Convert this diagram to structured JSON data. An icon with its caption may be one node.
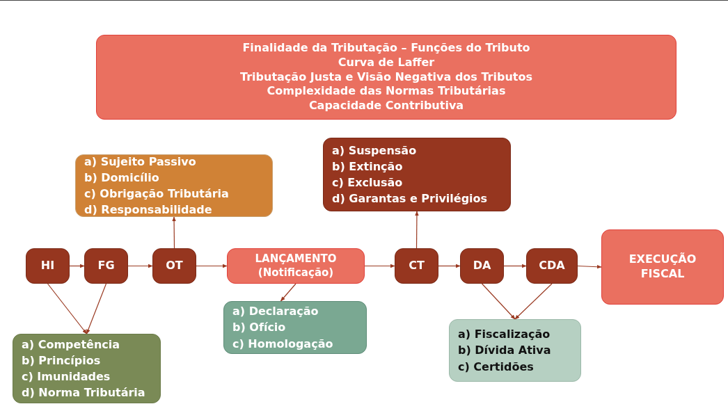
{
  "diagram": {
    "nodes": [
      {
        "text": [
          "Finalidade da Tributação – Funções do Tributo",
          "Curva de Laffer",
          "Tributação Justa e Visão Negativa dos Tributos",
          "Complexidade das Normas Tributárias",
          "Capacidade Contributiva"
        ]
      },
      {
        "text": [
          "a) Sujeito Passivo",
          "b) Domicílio",
          "c) Obrigação Tributária",
          "d) Responsabilidade"
        ]
      },
      {
        "text": [
          "a) Suspensão",
          "b) Extinção",
          "c) Exclusão",
          "d) Garantas e Privilégios"
        ]
      },
      {
        "text": [
          "HI"
        ]
      },
      {
        "text": [
          "FG"
        ]
      },
      {
        "text": [
          "OT"
        ]
      },
      {
        "text": [
          "LANÇAMENTO (Notificação)"
        ]
      },
      {
        "text": [
          "CT"
        ]
      },
      {
        "text": [
          "DA"
        ]
      },
      {
        "text": [
          "CDA"
        ]
      },
      {
        "text": [
          "EXECUÇÃO FISCAL"
        ]
      },
      {
        "text": [
          "a) Declaração",
          "b) Ofício",
          "c) Homologação"
        ]
      },
      {
        "text": [
          "a) Fiscalização",
          "b) Dívida Ativa",
          "c) Certidões"
        ]
      },
      {
        "text": [
          "a) Competência",
          "b) Princípios",
          "c) Imunidades",
          "d) Norma Tributária"
        ]
      }
    ],
    "edges": [
      {
        "from": 3,
        "to": 4,
        "arrow": "to"
      },
      {
        "from": 4,
        "to": 5,
        "arrow": "to"
      },
      {
        "from": 5,
        "to": 6,
        "arrow": "to"
      },
      {
        "from": 6,
        "to": 7,
        "arrow": "to"
      },
      {
        "from": 7,
        "to": 8,
        "arrow": "to"
      },
      {
        "from": 8,
        "to": 9,
        "arrow": "to"
      },
      {
        "from": 9,
        "to": 10,
        "arrow": "to"
      },
      {
        "from": 5,
        "to": 1,
        "arrow": "to"
      },
      {
        "from": 7,
        "to": 2,
        "arrow": "to"
      },
      {
        "from": 6,
        "to": 11,
        "arrow": "to"
      },
      {
        "from": 3,
        "to": 13,
        "arrow": "to"
      },
      {
        "from": 4,
        "to": 13,
        "arrow": "to"
      },
      {
        "from": 8,
        "to": 12,
        "arrow": "to"
      },
      {
        "from": 9,
        "to": 12,
        "arrow": "to"
      }
    ]
  }
}
